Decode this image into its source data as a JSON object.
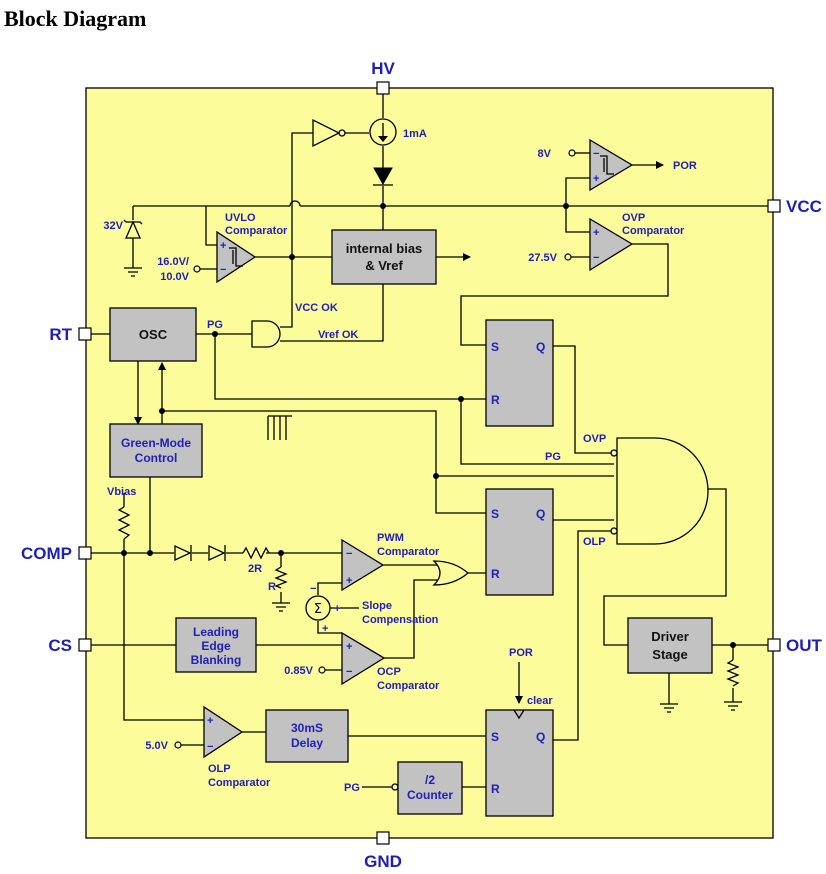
{
  "title": "Block Diagram",
  "pins": {
    "hv": "HV",
    "vcc": "VCC",
    "rt": "RT",
    "comp": "COMP",
    "cs": "CS",
    "out": "OUT",
    "gnd": "GND"
  },
  "blocks": {
    "internal_bias": [
      "internal bias",
      "& Vref"
    ],
    "osc": "OSC",
    "green_mode": [
      "Green-Mode",
      "Control"
    ],
    "leading_edge": [
      "Leading",
      "Edge",
      "Blanking"
    ],
    "delay": [
      "30mS",
      "Delay"
    ],
    "counter": [
      "/2",
      "Counter"
    ],
    "driver": [
      "Driver",
      "Stage"
    ]
  },
  "labels": {
    "current_src": "1mA",
    "v8": "8V",
    "por": "POR",
    "v32": "32V",
    "uvlo": [
      "UVLO",
      "Comparator"
    ],
    "ovp_cmp": [
      "OVP",
      "Comparator"
    ],
    "uvlo_th": [
      "16.0V/",
      "10.0V"
    ],
    "v275": "27.5V",
    "vcc_ok": "VCC OK",
    "vref_ok": "Vref OK",
    "pg": "PG",
    "ovp": "OVP",
    "olp": "OLP",
    "vbias": "Vbias",
    "pwm_cmp": [
      "PWM",
      "Comparator"
    ],
    "r2": "2R",
    "r": "R",
    "slope": [
      "Slope",
      "Compensation"
    ],
    "v085": "0.85V",
    "ocp_cmp": [
      "OCP",
      "Comparator"
    ],
    "clear": "clear",
    "v50": "5.0V",
    "olp_cmp": [
      "OLP",
      "Comparator"
    ],
    "sigma": "Σ",
    "s": "S",
    "q": "Q",
    "rr": "R",
    "plus": "+",
    "minus": "−"
  },
  "colors": {
    "package_fill": "#fdfc9a",
    "block_fill": "#c2c2c2",
    "label_text": "#1f1fb8"
  }
}
